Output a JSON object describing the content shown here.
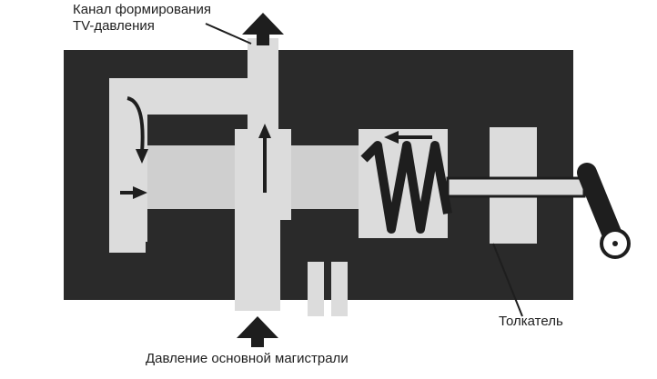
{
  "labels": {
    "tv_channel_line1": "Канал формирования",
    "tv_channel_line2": "TV-давления",
    "main_line_pressure": "Давление основной магистрали",
    "pusher": "Толкатель"
  },
  "colors": {
    "body": "#2a2a2a",
    "cavity": "#dcdcdc",
    "spool": "#cfcfcf",
    "ink": "#1e1e1e",
    "background": "#ffffff"
  }
}
